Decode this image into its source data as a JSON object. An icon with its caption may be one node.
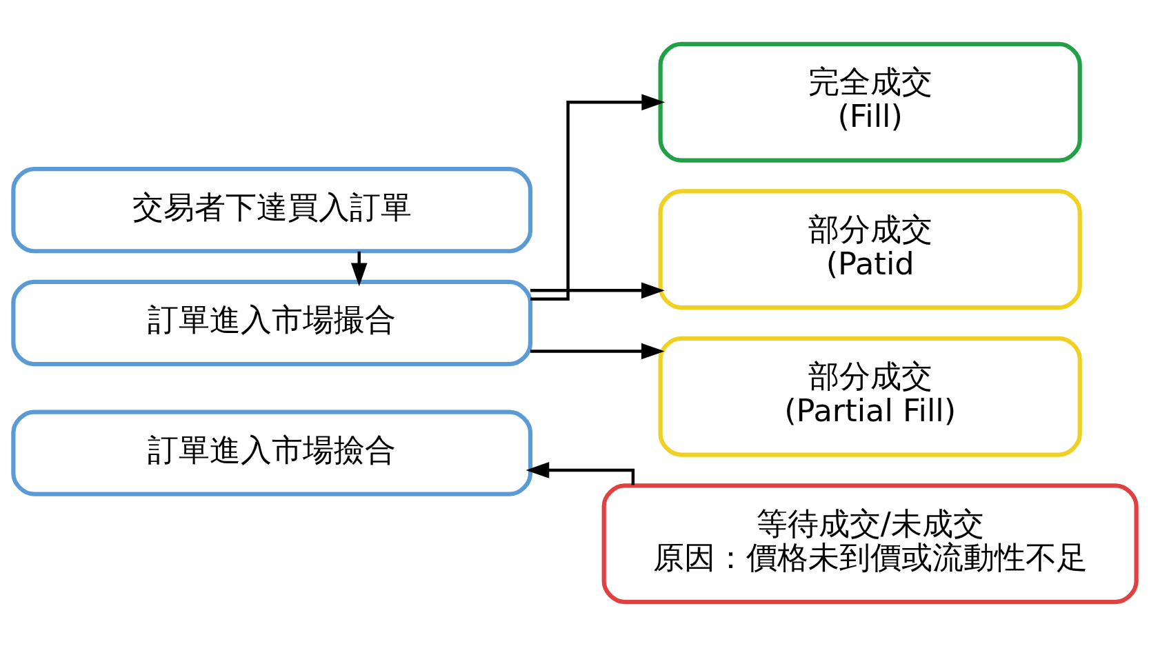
{
  "diagram": {
    "nodes": [
      {
        "text": [
          "交易者下達買入訂單"
        ]
      },
      {
        "text": [
          "訂單進入市場撮合"
        ]
      },
      {
        "text": [
          "訂單進入市場撿合"
        ]
      },
      {
        "text": [
          "完全成交",
          "(Fill)"
        ]
      },
      {
        "text": [
          "部分成交",
          "(Patid"
        ]
      },
      {
        "text": [
          "部分成交",
          "(Partial Fill)"
        ]
      },
      {
        "text": [
          "等待成交/未成交",
          "原因：價格未到價或流動性不足"
        ]
      }
    ],
    "edges": [
      {
        "from": 0,
        "to": 1,
        "arrow": "to"
      },
      {
        "from": 1,
        "to": 3,
        "arrow": "to"
      },
      {
        "from": 1,
        "to": 4,
        "arrow": "to"
      },
      {
        "from": 1,
        "to": 5,
        "arrow": "to"
      },
      {
        "from": 6,
        "to": 2,
        "arrow": "to"
      }
    ]
  }
}
